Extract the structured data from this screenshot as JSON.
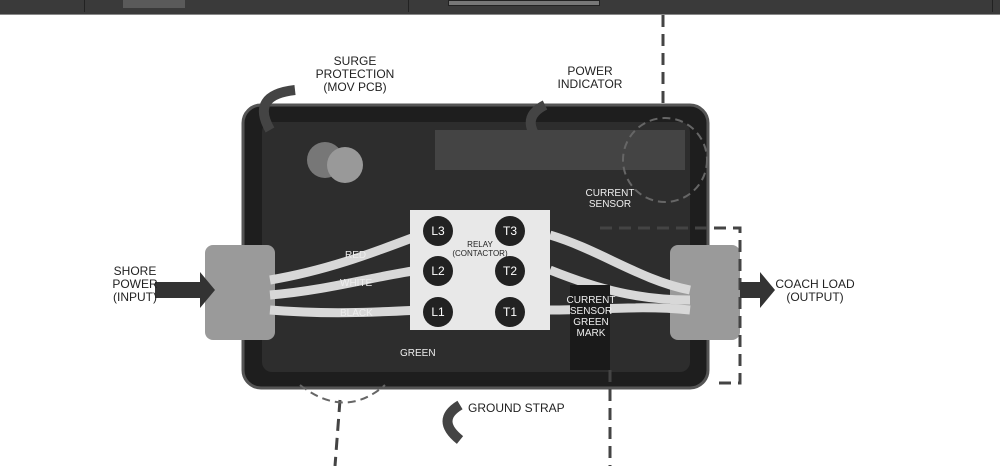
{
  "labels": {
    "surge": "SURGE PROTECTION (MOV PCB)",
    "power_indicator": "POWER INDICATOR",
    "current_sensor": "CURRENT SENSOR",
    "shore_power": "SHORE POWER (INPUT)",
    "coach_load": "COACH LOAD (OUTPUT)",
    "ground_strap": "GROUND STRAP",
    "relay": "RELAY (CONTACTOR)",
    "sensor_mark": "CURRENT SENSOR GREEN MARK",
    "red": "RED",
    "white": "WHITE",
    "black": "BLACK",
    "green": "GREEN"
  },
  "terminals": [
    "L3",
    "L2",
    "L1",
    "T3",
    "T2",
    "T1"
  ]
}
